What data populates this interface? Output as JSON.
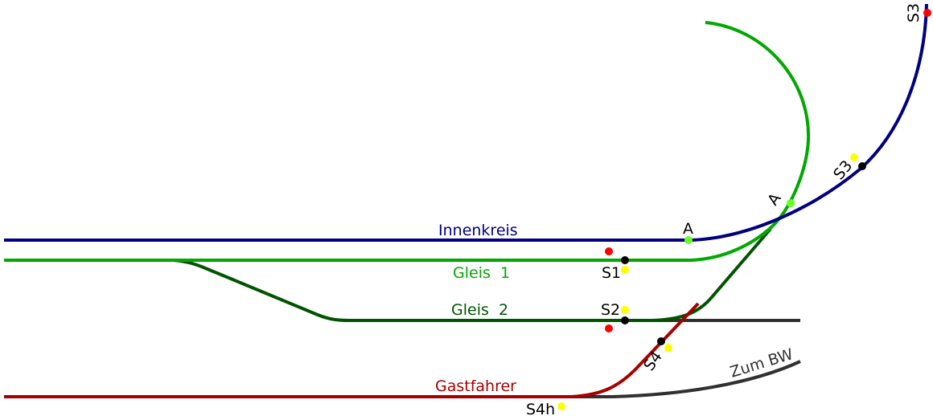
{
  "colors": {
    "innenkreis": "#000080",
    "gleis1": "#00a800",
    "gleis2": "#005400",
    "gastfahrer": "#a80000",
    "zum_bw": "#303030",
    "signal_red": "#ff0000",
    "signal_yellow": "#ffff00",
    "signal_black": "#000000",
    "marker_green": "#66ff22",
    "text_black": "#000000"
  },
  "tracks": {
    "innenkreis": {
      "label": "Innenkreis"
    },
    "gleis1": {
      "label": "Gleis  1"
    },
    "gleis2": {
      "label": "Gleis  2"
    },
    "gastfahrer": {
      "label": "Gastfahrer"
    },
    "zum_bw": {
      "label": "Zum BW"
    }
  },
  "signals": {
    "s1": {
      "label": "S1"
    },
    "s2": {
      "label": "S2"
    },
    "s3_lower": {
      "label": "S3"
    },
    "s3_top": {
      "label": "S3"
    },
    "s4": {
      "label": "S4"
    },
    "s4h": {
      "label": "S4h"
    }
  },
  "markers": {
    "a_innenkreis": {
      "label": "A"
    },
    "a_gleis1": {
      "label": "A"
    }
  }
}
